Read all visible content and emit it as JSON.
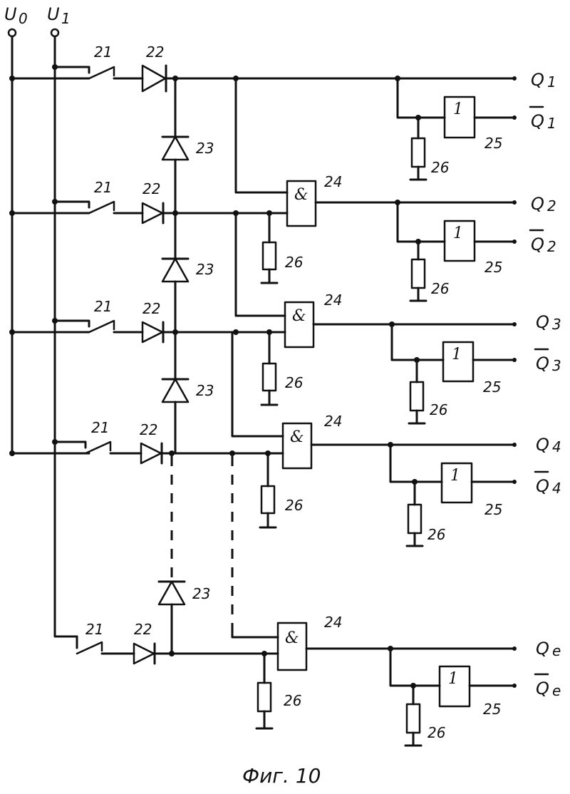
{
  "rails": {
    "u0_label": "U",
    "u0_sub": "0",
    "u1_label": "U",
    "u1_sub": "1"
  },
  "components": {
    "switch": "21",
    "input_diode": "22",
    "chain_diode": "23",
    "and_gate": "24",
    "not_gate": "25",
    "resistor": "26"
  },
  "gate_symbols": {
    "and": "&",
    "not": "1"
  },
  "outputs": [
    {
      "q": "Q",
      "sub": "1",
      "qbar": "Q",
      "qbar_sub": "1"
    },
    {
      "q": "Q",
      "sub": "2",
      "qbar": "Q",
      "qbar_sub": "2"
    },
    {
      "q": "Q",
      "sub": "3",
      "qbar": "Q",
      "qbar_sub": "3"
    },
    {
      "q": "Q",
      "sub": "4",
      "qbar": "Q",
      "qbar_sub": "4"
    },
    {
      "q": "Q",
      "sub": "e",
      "qbar": "Q",
      "qbar_sub": "e"
    }
  ],
  "caption": "Фиг. 10"
}
